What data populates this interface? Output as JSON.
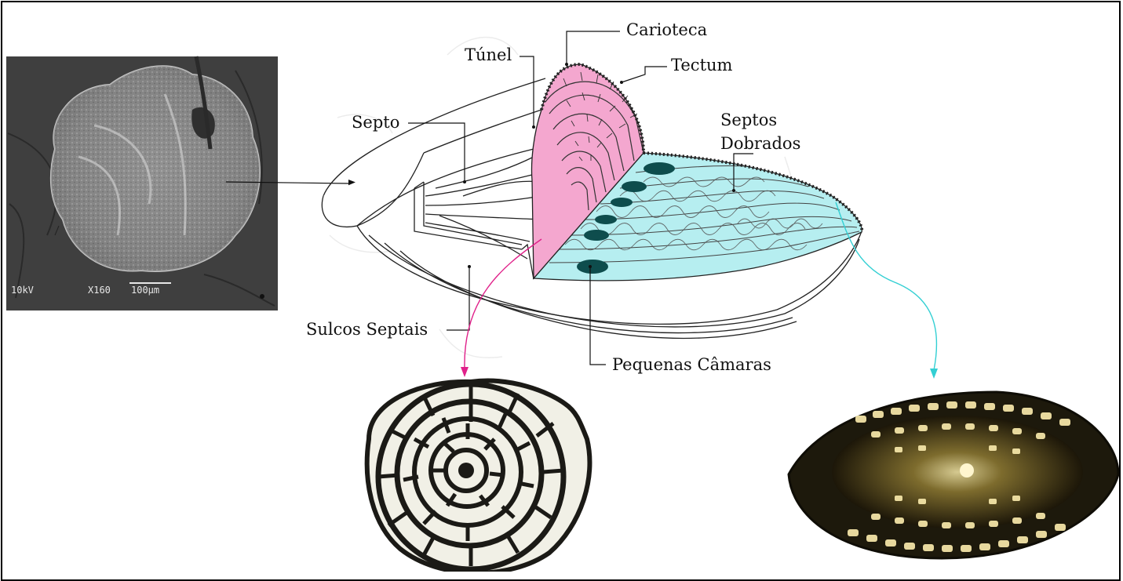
{
  "labels": {
    "carioteca": "Carioteca",
    "tunel": "Túnel",
    "tectum": "Tectum",
    "septo": "Septo",
    "septos_dobrados_1": "Septos",
    "septos_dobrados_2": "Dobrados",
    "sulcos_septais": "Sulcos Septais",
    "pequenas_camaras": "Pequenas Câmaras"
  },
  "sem_image": {
    "voltage": "10kV",
    "magnification": "X160",
    "scale_bar": "100µm"
  },
  "colors": {
    "axial_section_highlight": "#f4a7cf",
    "equatorial_section_highlight": "#b6eef0",
    "axial_arrow": "#e0218a",
    "equatorial_arrow": "#33cfd3",
    "chamberlets": "#0e4d4d"
  }
}
